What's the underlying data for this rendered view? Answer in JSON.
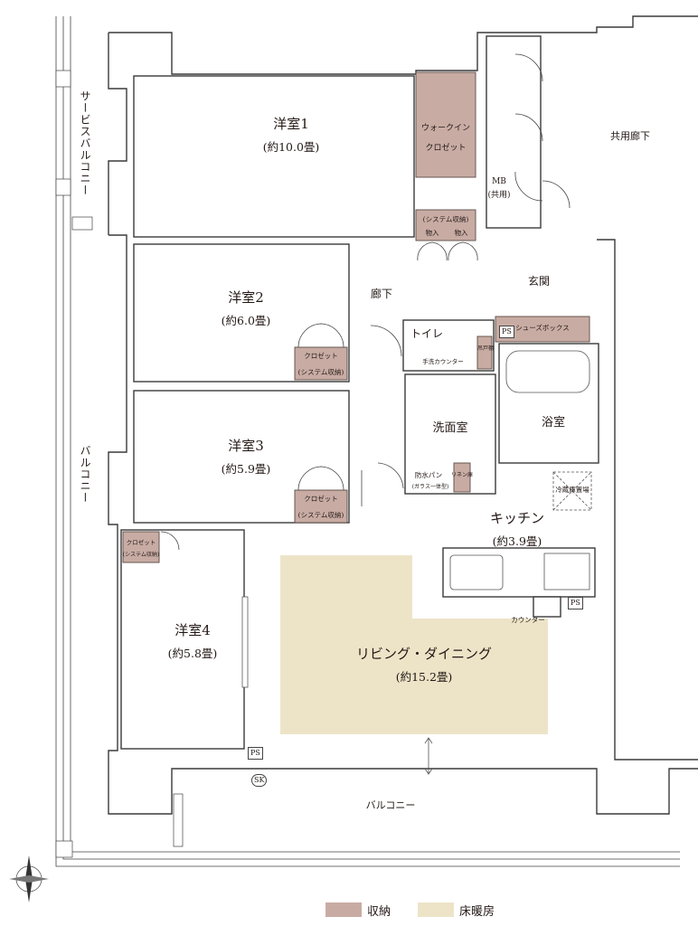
{
  "rooms": {
    "western1": {
      "name": "洋室1",
      "area": "(約10.0畳)"
    },
    "western2": {
      "name": "洋室2",
      "area": "(約6.0畳)"
    },
    "western3": {
      "name": "洋室3",
      "area": "(約5.9畳)"
    },
    "western4": {
      "name": "洋室4",
      "area": "(約5.8畳)"
    },
    "kitchen": {
      "name": "キッチン",
      "area": "(約3.9畳)"
    },
    "living": {
      "name": "リビング・ダイニング",
      "area": "(約15.2畳)"
    },
    "washroom": {
      "name": "洗面室"
    },
    "bath": {
      "name": "浴室"
    },
    "toilet": {
      "name": "トイレ"
    },
    "hallway": {
      "name": "廊下"
    },
    "entrance": {
      "name": "玄関"
    },
    "common_corridor": {
      "name": "共用廊下"
    },
    "service_balcony": {
      "name": "サービスバルコニー"
    },
    "balcony_side": {
      "name": "バルコニー"
    },
    "balcony_bottom": {
      "name": "バルコニー"
    }
  },
  "storage": {
    "walkin_line1": "ウォークイン",
    "walkin_line2": "クロゼット",
    "system_storage": "(システム収納)",
    "storage_left": "物入",
    "storage_right": "物入",
    "closet2": "クロゼット",
    "closet2_sub": "(システム収納)",
    "closet3": "クロゼット",
    "closet3_sub": "(システム収納)",
    "closet4": "クロゼット",
    "closet4_sub": "(システム収納)",
    "shoes_box": "シューズボックス",
    "hanging": "吊戸棚",
    "toilet_counter": "手洗カウンター",
    "waterproof_pan": "防水パン",
    "waterproof_sub": "(ガラス一体型)",
    "linen": "リネン庫",
    "fridge": "冷蔵庫置場",
    "counter": "カウンター",
    "mb_line1": "MB",
    "mb_line2": "(共用)"
  },
  "markers": {
    "ps": "PS",
    "sk": "SK"
  },
  "legend": [
    {
      "label": "収納",
      "color": "#c8aca4"
    },
    {
      "label": "床暖房",
      "color": "#ede4c8"
    }
  ]
}
